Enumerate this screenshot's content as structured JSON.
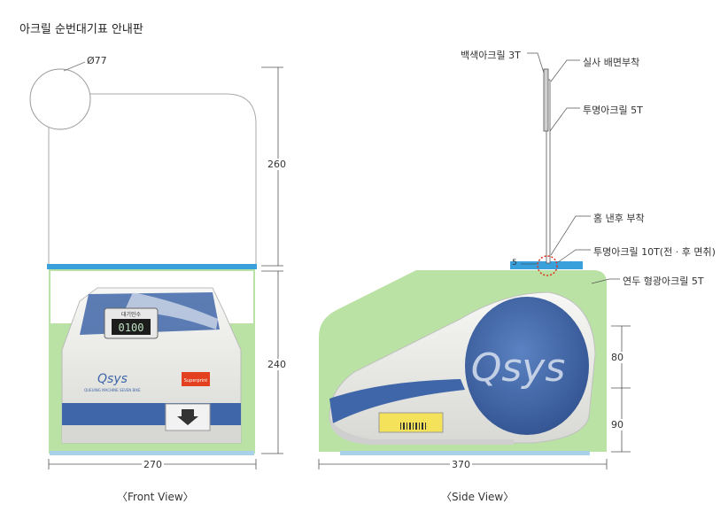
{
  "title": "아크릴 순번대기표 안내판",
  "front": {
    "diameter_label": "Ø77",
    "dim_top": "260",
    "dim_bottom": "240",
    "dim_width": "270",
    "view_title": "〈Front View〉",
    "device": {
      "display_text": "0100",
      "display_header": "대기인수",
      "brand": "Qsys",
      "brand_sub": "QUEUING MACHINE SEVEN BIKE",
      "sticker": "Superprint"
    }
  },
  "side": {
    "labels": {
      "white_acrylic": "백색아크릴 3T",
      "silk_print": "실사 배면부착",
      "clear_5t": "투명아크릴 5T",
      "groove": "홈 낸후 부착",
      "clear_10t": "투명아크릴 10T(전 · 후 면취)",
      "green_5t": "연두 형광아크릴 5T",
      "five": "5"
    },
    "dim_80": "80",
    "dim_90": "90",
    "dim_width": "370",
    "view_title": "〈Side View〉",
    "device": {
      "brand": "Qsys"
    }
  },
  "colors": {
    "green": "#b9e2a4",
    "blue_bar": "#3aa0dc",
    "light_blue": "#a9d2ea",
    "device_blue": "#3f66a8",
    "red_dash": "#e0301e"
  }
}
